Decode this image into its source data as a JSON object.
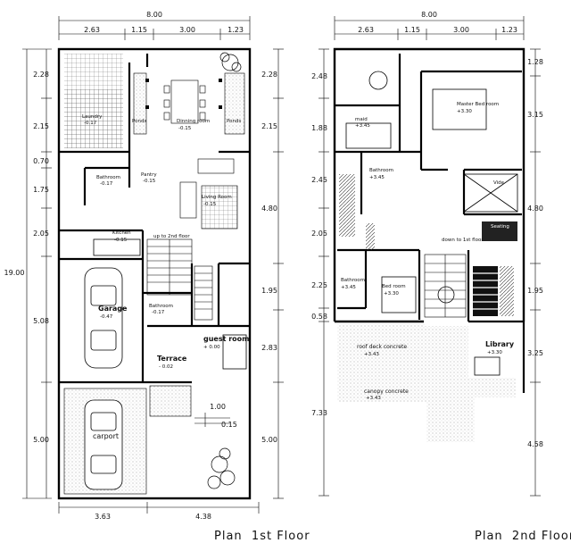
{
  "plan1": {
    "title": "Plan  1st Floor",
    "dims_top": [
      "8.00",
      "2.63",
      "1.15",
      "3.00",
      "1.23"
    ],
    "dims_left": [
      "19.00",
      "2.28",
      "2.15",
      "0.70",
      "1.75",
      "2.05",
      "5.08",
      "5.00"
    ],
    "dims_right": [
      "2.28",
      "2.15",
      "4.80",
      "1.95",
      "2.83",
      "5.00"
    ],
    "dims_bottom": [
      "3.63",
      "4.38"
    ],
    "dims_misc": [
      "1.00",
      "0.15"
    ],
    "rooms": {
      "laundry": "Laundry",
      "laundry_lv": "-0.17",
      "pantry": "Pantry",
      "pantry_lv": "-0.15",
      "bathroom": "Bathroom",
      "bathroom_lv": "-0.17",
      "dining": "Dinning room",
      "dining_lv": "-0.15",
      "living": "Living Room",
      "living_lv": "-0.15",
      "kitchen": "Kitchen",
      "kitchen_lv": "-0.15",
      "up": "up to 2nd floor",
      "garage": "Garage",
      "garage_lv": "-0.47",
      "bathroom2": "Bathroom",
      "bathroom2_lv": "-0.17",
      "guest": "guest room",
      "guest_lv": "+ 0.00",
      "terrace": "Terrace",
      "terrace_lv": "- 0.02",
      "carport": "carport",
      "ponds": "Ponds"
    }
  },
  "plan2": {
    "title": "Plan  2nd Floor",
    "dims_top": [
      "8.00",
      "2.63",
      "1.15",
      "3.00",
      "1.23"
    ],
    "dims_left": [
      "2.48",
      "1.88",
      "2.45",
      "2.05",
      "2.25",
      "0.58",
      "7.33"
    ],
    "dims_right": [
      "1.28",
      "3.15",
      "4.80",
      "1.95",
      "3.25",
      "4.58"
    ],
    "rooms": {
      "maid": "maid",
      "maid_lv": "+3.45",
      "master": "Master Bed room",
      "master_lv": "+3.30",
      "bathroom": "Bathroom",
      "bathroom_lv": "+3.45",
      "void": "Vide",
      "seating": "Seating",
      "down": "down to 1st floor",
      "bathroom2": "Bathroom",
      "bathroom2_lv": "+3.45",
      "bed": "Bed room",
      "bed_lv": "+3.30",
      "roof": "roof deck concrete",
      "roof_lv": "+3.43",
      "canopy": "canopy concrete",
      "canopy_lv": "+3.43",
      "library": "Library",
      "library_lv": "+3.30"
    }
  }
}
